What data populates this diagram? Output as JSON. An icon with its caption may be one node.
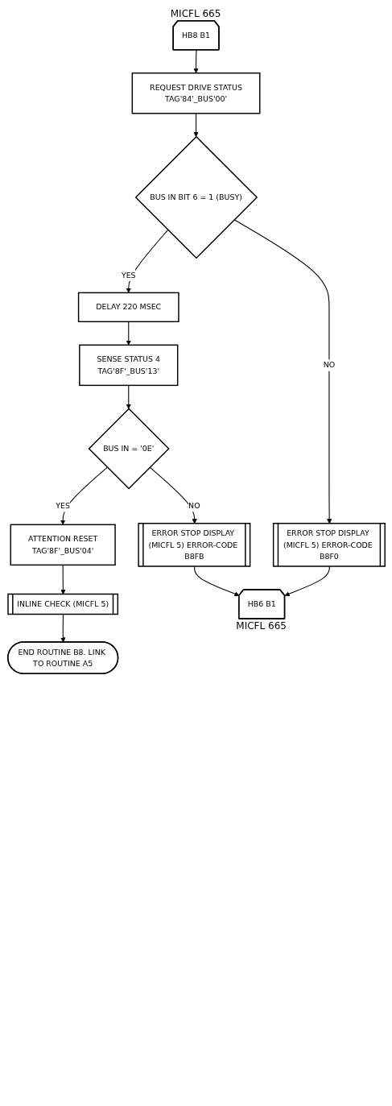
{
  "diagram": {
    "nodes": [
      {
        "text": [
          "HB8 B1"
        ],
        "beside": [
          "MICFL 665"
        ]
      },
      {
        "text": [
          "REQUEST DRIVE STATUS",
          "TAG'84'_BUS'00'"
        ]
      },
      {
        "text": [
          "BUS IN BIT 6 = 1 (BUSY)"
        ]
      },
      {
        "text": [
          "ERROR STOP DISPLAY (MICFL 5) ERROR-CODE B8F0"
        ]
      },
      {
        "text": [
          "DELAY 220 MSEC"
        ]
      },
      {
        "text": [
          "SENSE STATUS 4",
          "TAG'8F'_BUS'13'"
        ]
      },
      {
        "text": [
          "BUS IN = '0E'"
        ]
      },
      {
        "text": [
          "ERROR STOP DISPLAY (MICFL 5) ERROR-CODE B8FB"
        ]
      },
      {
        "text": [
          "ATTENTION RESET",
          "TAG'8F'_BUS'04'"
        ]
      },
      {
        "text": [
          "INLINE CHECK (MICFL 5)"
        ]
      },
      {
        "text": [
          "END ROUTINE B8. LINK TO ROUTINE A5"
        ]
      },
      {
        "text": [
          "HB6 B1"
        ],
        "beside": [
          "MICFL 665"
        ]
      }
    ],
    "edges": [
      {
        "from": 0,
        "to": 1,
        "arrow": "to"
      },
      {
        "from": 1,
        "to": 2,
        "arrow": "to"
      },
      {
        "from": 2,
        "to": 3,
        "label": "NO",
        "arrow": "to"
      },
      {
        "from": 2,
        "to": 4,
        "label": "YES",
        "arrow": "to"
      },
      {
        "from": 4,
        "to": 5,
        "arrow": "to"
      },
      {
        "from": 5,
        "to": 6,
        "arrow": "to"
      },
      {
        "from": 6,
        "to": 7,
        "label": "NO",
        "arrow": "to"
      },
      {
        "from": 6,
        "to": 8,
        "label": "YES",
        "arrow": "to"
      },
      {
        "from": 8,
        "to": 9,
        "arrow": "to"
      },
      {
        "from": 9,
        "to": 10,
        "arrow": "to"
      },
      {
        "from": 7,
        "to": 11,
        "arrow": "to"
      },
      {
        "from": 3,
        "to": 11,
        "arrow": "to"
      }
    ]
  }
}
